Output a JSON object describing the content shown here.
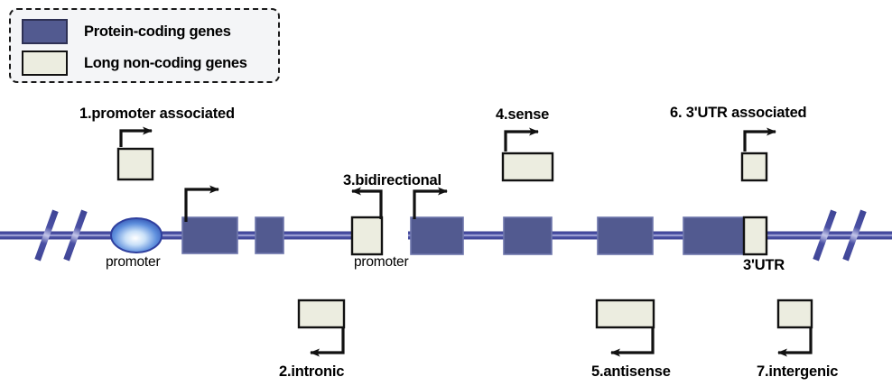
{
  "figure": {
    "title": "Classification of long non-coding RNA genes relative to protein-coding genes",
    "colors": {
      "protein_coding_fill": "#525a90",
      "protein_coding_stroke": "#2e3154",
      "lncrna_fill": "#ecede0",
      "lncrna_stroke": "#111111",
      "dna_line": "#4a4f9c",
      "dna_line_inner": "#b9bce4",
      "arrow": "#111111",
      "promoter_ellipse_edge": "#2f3f9e",
      "promoter_ellipse_center": "#ffffff",
      "legend_background": "#f4f5f7",
      "legend_border": "#1a1a1a",
      "text": "#000000"
    }
  },
  "legend": {
    "items": [
      {
        "swatch": "protein-coding",
        "label": "Protein-coding genes"
      },
      {
        "swatch": "long-non-coding",
        "label": "Long non-coding genes"
      }
    ]
  },
  "categories": [
    {
      "id": 1,
      "label": "1.promoter associated",
      "direction": "sense-right",
      "position": "above",
      "box": "lncRNA"
    },
    {
      "id": 2,
      "label": "2.intronic",
      "direction": "antisense-left",
      "position": "below",
      "box": "lncRNA"
    },
    {
      "id": 3,
      "label": "3.bidirectional",
      "direction": "bidirectional",
      "position": "above",
      "box": "lncRNA"
    },
    {
      "id": 4,
      "label": "4.sense",
      "direction": "sense-right",
      "position": "above",
      "box": "lncRNA"
    },
    {
      "id": 5,
      "label": "5.antisense",
      "direction": "antisense-left",
      "position": "below",
      "box": "lncRNA"
    },
    {
      "id": 6,
      "label": "6. 3'UTR associated",
      "direction": "sense-right",
      "position": "above",
      "box": "lncRNA"
    },
    {
      "id": 7,
      "label": "7.intergenic",
      "direction": "antisense-left",
      "position": "below",
      "box": "lncRNA"
    }
  ],
  "gene_track": {
    "annotations": [
      {
        "name": "promoter-left",
        "label": "promoter"
      },
      {
        "name": "promoter-bidirectional",
        "label": "promoter"
      },
      {
        "name": "three-prime-utr",
        "label": "3'UTR"
      }
    ],
    "left_gene_exons": 2,
    "right_gene_exons": 4,
    "break_marks": 2
  }
}
